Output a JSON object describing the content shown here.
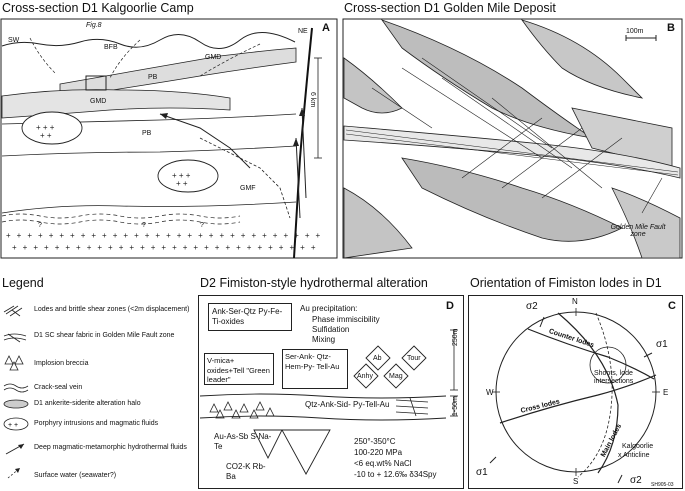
{
  "panel_a": {
    "title": "Cross-section D1 Kalgoorlie Camp",
    "letter": "A",
    "labels": {
      "sw": "SW",
      "ne": "NE",
      "fig8": "Fig.8",
      "bfb": "BFB",
      "gmd_top": "GMD",
      "pb_top": "PB",
      "gmd_left": "GMD",
      "pb_mid": "PB",
      "gmf": "GMF",
      "depth": "6 km",
      "q1": "?",
      "q2": "?",
      "q3": "?"
    }
  },
  "panel_b": {
    "title": "Cross-section D1 Golden Mile Deposit",
    "letter": "B",
    "scale": "100m",
    "fault_label": "Golden Mile Fault zone"
  },
  "legend": {
    "title": "Legend",
    "items": [
      {
        "icon": "shear-zone-icon",
        "text": "Lodes and brittle shear zones (<2m displacement)"
      },
      {
        "icon": "sc-fabric-icon",
        "text": "D1 SC shear fabric in Golden Mile Fault zone"
      },
      {
        "icon": "breccia-icon",
        "text": "Implosion breccia"
      },
      {
        "icon": "crack-seal-icon",
        "text": "Crack-seal vein"
      },
      {
        "icon": "alteration-halo-icon",
        "text": "D1 ankerite-siderite alteration halo"
      },
      {
        "icon": "porphyry-icon",
        "text": "Porphyry intrusions and magmatic fluids"
      },
      {
        "icon": "deep-fluid-arrow-icon",
        "text": "Deep magmatic-metamorphic hydrothermal fluids"
      },
      {
        "icon": "surface-water-arrow-icon",
        "text": "Surface water (seawater?)"
      }
    ]
  },
  "panel_d": {
    "title": "D2 Fimiston-style hydrothermal alteration",
    "letter": "D",
    "box1": "Ank-Ser-Qtz Py-Fe-Ti-oxides",
    "au_title": "Au precipitation:",
    "au_lines": [
      "Phase immiscibility",
      "Sulfidation",
      "Mixing"
    ],
    "box2": "V-mica+ oxides+Tell \"Green leader\"",
    "box3": "Ser-Ank- Qtz-Hem-Py- Tell-Au",
    "diamonds": [
      "Ab",
      "Tour",
      "Anhy",
      "Mag"
    ],
    "scale_250": "250m",
    "scale_50": "1-50m",
    "core": "Qtz-Ank-Sid- Py-Tell-Au",
    "tri1": "Au-As-Sb S-Na-Te",
    "tri2": "CO2-K Rb-Ba",
    "conditions": [
      "250°-350°C",
      "100-220 MPa",
      "<6 eq.wt% NaCl",
      "-10 to + 12.6‰ δ34Spy"
    ]
  },
  "panel_c": {
    "title": "Orientation of Fimiston lodes in D1",
    "letter": "C",
    "compass": {
      "n": "N",
      "e": "E",
      "s": "S",
      "w": "W"
    },
    "sigma2_top": "σ2",
    "sigma1_right": "σ1",
    "sigma1_left": "σ1",
    "sigma2_bottom": "σ2",
    "counter_lodes": "Counter lodes",
    "shoots": "Shoots, lode intersections",
    "cross_lodes": "Cross lodes",
    "main_lodes": "Main lodes",
    "kalgoorlie": "Kalgoorlie",
    "anticline": "x Anticline",
    "figure_id": "SH905-03"
  }
}
